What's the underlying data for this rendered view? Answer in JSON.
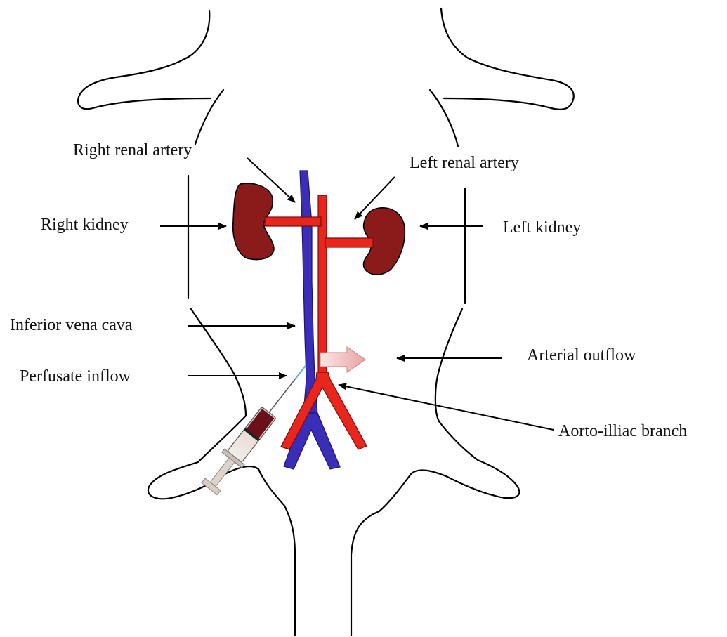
{
  "labels": {
    "right_renal_artery": "Right renal artery",
    "left_renal_artery": "Left renal artery",
    "right_kidney": "Right kidney",
    "left_kidney": "Left kidney",
    "inferior_vena_cava": "Inferior vena cava",
    "arterial_outflow": "Arterial outflow",
    "perfusate_inflow": "Perfusate inflow",
    "aorto_illiac_branch": "Aorto-illiac branch"
  },
  "colors": {
    "artery": "#e8261e",
    "vein": "#3a2db8",
    "kidney": "#8b1a1a",
    "outflow_arrow": "#f4c2c2"
  }
}
